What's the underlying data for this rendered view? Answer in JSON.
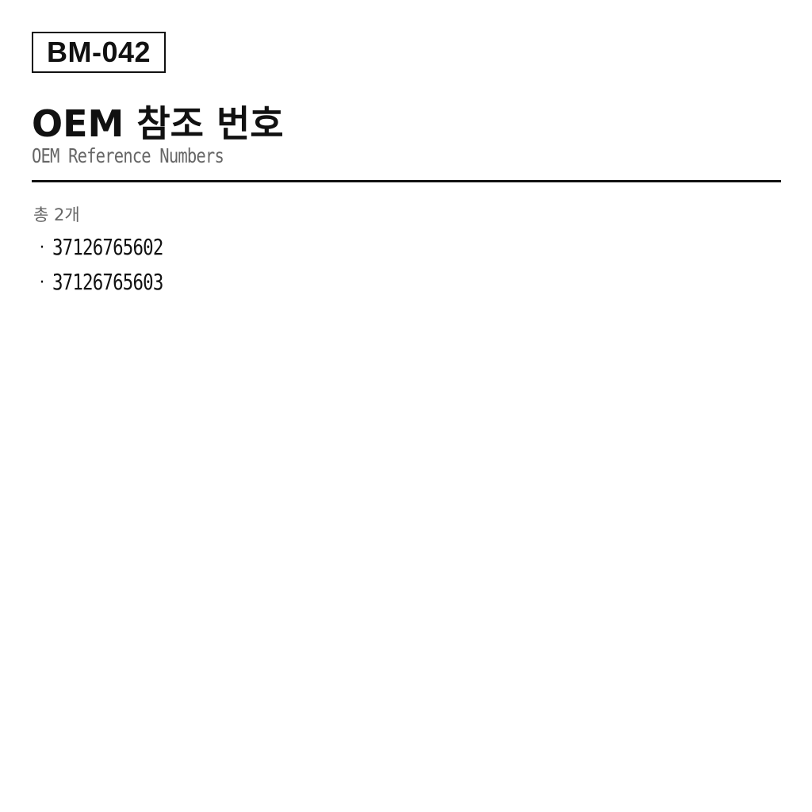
{
  "header": {
    "part_code": "BM-042",
    "title": "OEM 참조 번호",
    "subtitle": "OEM Reference Numbers"
  },
  "list": {
    "count_label": "총 2개",
    "bullet": "·",
    "items": [
      {
        "number": "37126765602"
      },
      {
        "number": "37126765603"
      }
    ]
  }
}
